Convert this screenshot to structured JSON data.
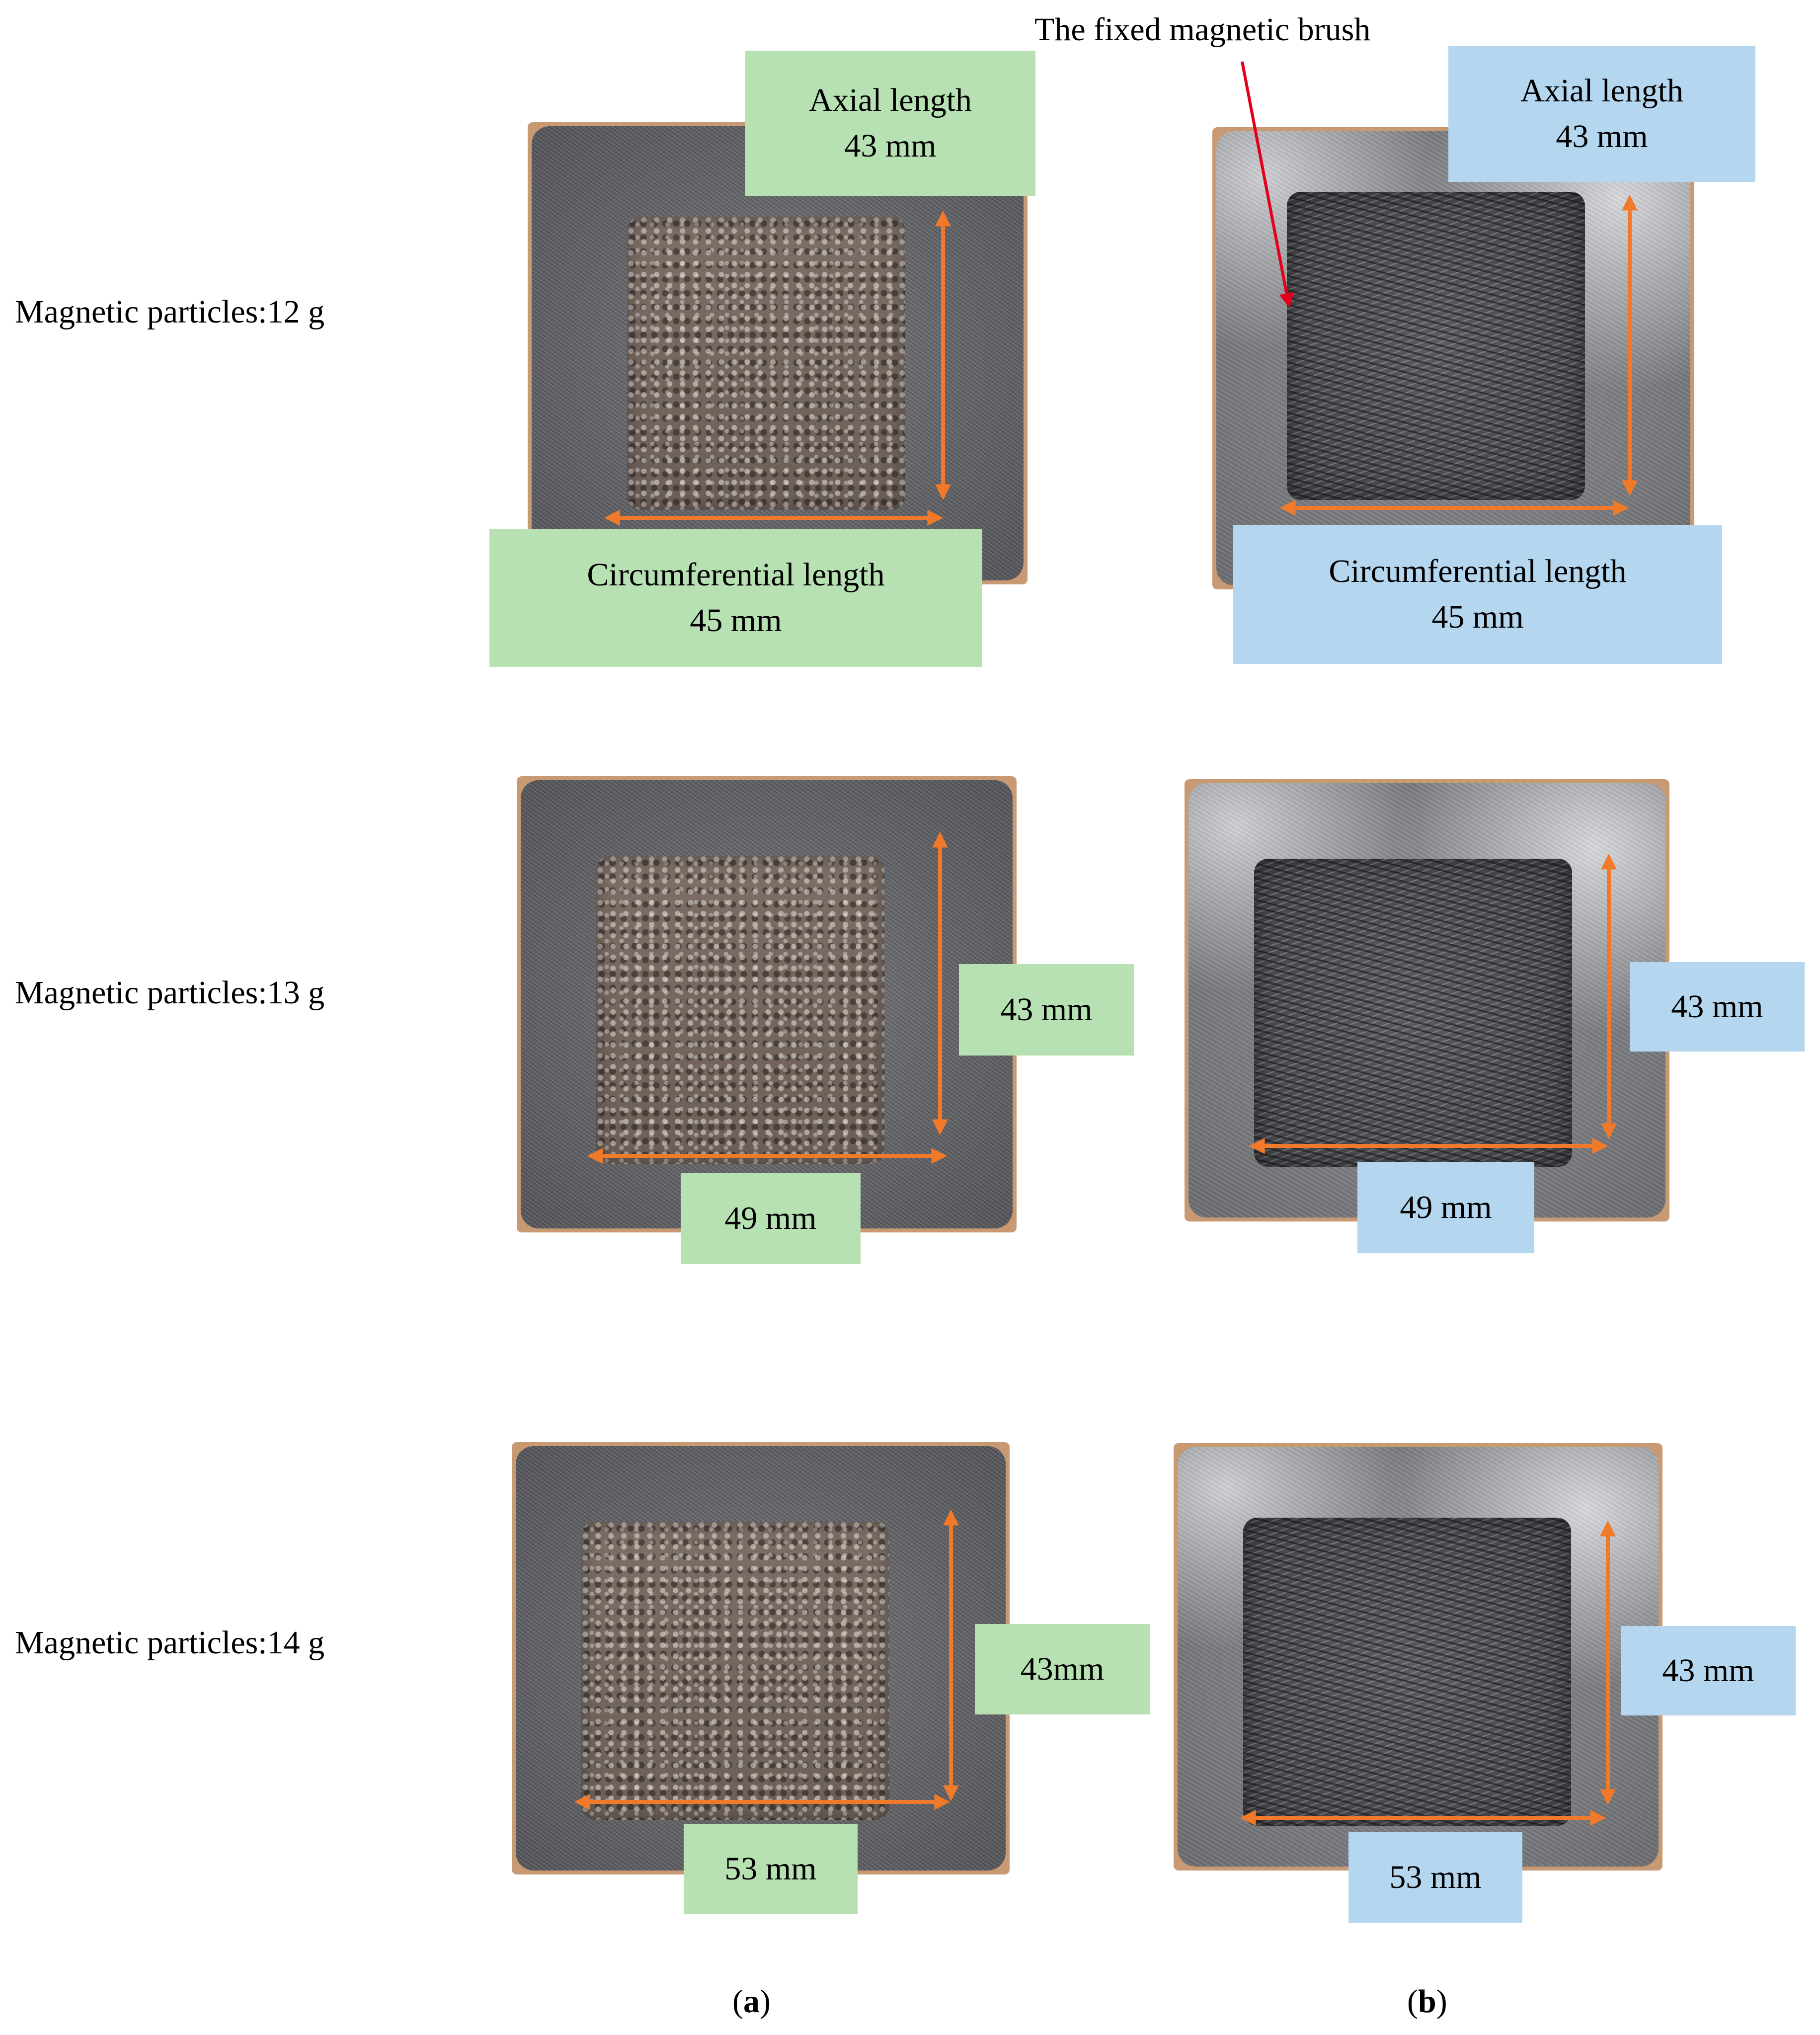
{
  "row_labels": [
    "Magnetic particles:12 g",
    "Magnetic particles:13 g",
    "Magnetic particles:14 g"
  ],
  "annotation": "The fixed magnetic brush",
  "captions": {
    "a_open": "(",
    "a": "a",
    "a_close": ")",
    "b_open": "(",
    "b": "b",
    "b_close": ")"
  },
  "panels": {
    "a_row1": {
      "axial_line1": "Axial length",
      "axial_line2": "43 mm",
      "circ_line1": "Circumferential length",
      "circ_line2": "45 mm"
    },
    "b_row1": {
      "axial_line1": "Axial length",
      "axial_line2": "43 mm",
      "circ_line1": "Circumferential length",
      "circ_line2": "45 mm"
    },
    "a_row2": {
      "axial": "43 mm",
      "circ": "49 mm"
    },
    "b_row2": {
      "axial": "43 mm",
      "circ": "49 mm"
    },
    "a_row3": {
      "axial": "43mm",
      "circ": "53 mm"
    },
    "b_row3": {
      "axial": "43 mm",
      "circ": "53 mm"
    }
  },
  "colors": {
    "green_box": "#b7e1b3",
    "blue_box": "#b4d6ef",
    "arrow": "#f07a2a",
    "annotation_arrow": "#e3001b"
  }
}
